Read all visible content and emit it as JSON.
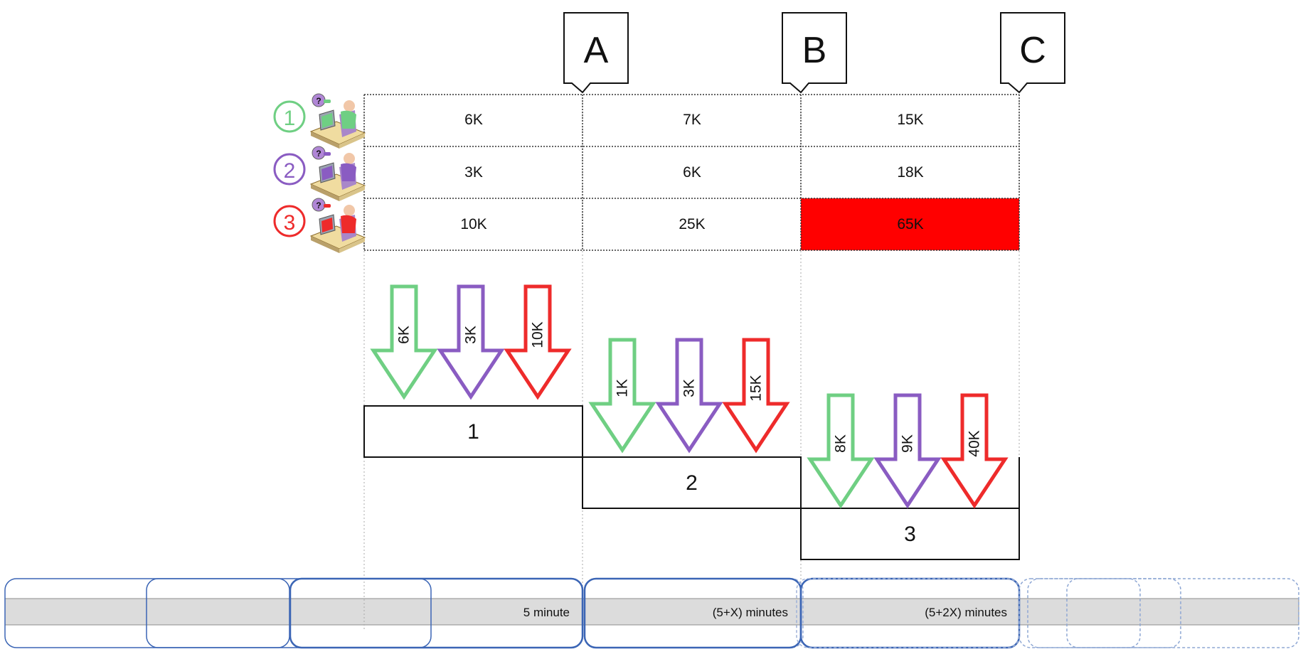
{
  "checkpoints": [
    "A",
    "B",
    "C"
  ],
  "users": [
    {
      "number": "1",
      "color": "#6fcf83",
      "icon": "user-at-computer-icon",
      "values": [
        "6K",
        "7K",
        "15K"
      ]
    },
    {
      "number": "2",
      "color": "#8a5cc2",
      "icon": "user-at-computer-icon",
      "values": [
        "3K",
        "6K",
        "18K"
      ]
    },
    {
      "number": "3",
      "color": "#ee2b2b",
      "icon": "user-at-computer-icon",
      "values": [
        "10K",
        "25K",
        "65K"
      ]
    }
  ],
  "highlight_cell_color": "#ff0000",
  "arrow_groups": [
    {
      "labels": [
        "6K",
        "3K",
        "10K"
      ]
    },
    {
      "labels": [
        "1K",
        "3K",
        "15K"
      ]
    },
    {
      "labels": [
        "8K",
        "9K",
        "40K"
      ]
    }
  ],
  "blocks": [
    "1",
    "2",
    "3"
  ],
  "timeline": {
    "labels": [
      "5 minute",
      "(5+X) minutes",
      "(5+2X) minutes"
    ],
    "bar_color": "#dcdcdc",
    "window_color": "#3b65b5"
  }
}
